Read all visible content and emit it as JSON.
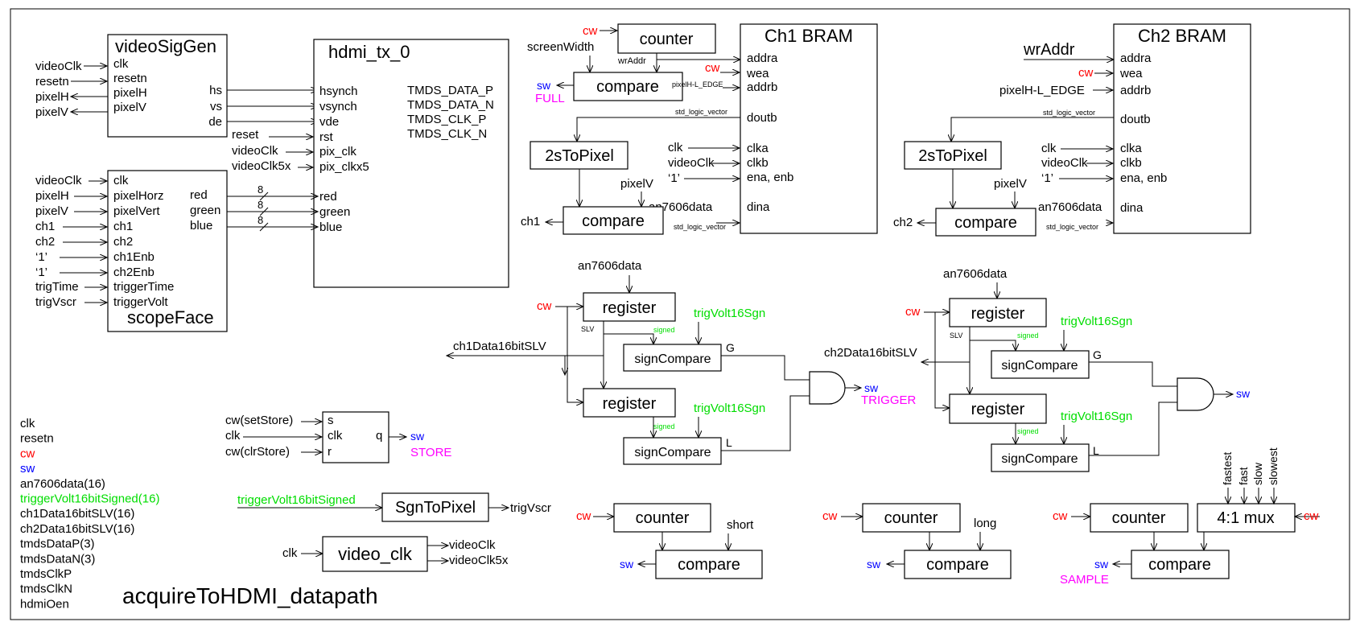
{
  "colors": {
    "cw": "#ff0000",
    "sw": "#0000ff",
    "status": "#ff00ff",
    "green": "#00dd00"
  },
  "title": "acquireToHDMI_datapath",
  "videoSigGen": {
    "name": "videoSigGen",
    "ports_in": [
      "clk",
      "resetn",
      "pixelH",
      "pixelV"
    ],
    "ports_out": [
      "hs",
      "vs",
      "de"
    ],
    "ext_in": [
      "videoClk",
      "resetn"
    ],
    "ext_out": [
      "pixelH",
      "pixelV"
    ]
  },
  "hdmi": {
    "name": "hdmi_tx_0",
    "ports_in": [
      "hsynch",
      "vsynch",
      "vde",
      "rst",
      "pix_clk",
      "pix_clkx5",
      "red",
      "green",
      "blue"
    ],
    "ports_out": [
      "TMDS_DATA_P",
      "TMDS_DATA_N",
      "TMDS_CLK_P",
      "TMDS_CLK_N"
    ],
    "ext_in": [
      "reset",
      "videoClk",
      "videoClk5x"
    ],
    "bus_width": "8"
  },
  "scopeFace": {
    "name": "scopeFace",
    "ports_in": [
      "clk",
      "pixelHorz",
      "pixelVert",
      "ch1",
      "ch2",
      "ch1Enb",
      "ch2Enb",
      "triggerTime",
      "triggerVolt"
    ],
    "ports_out": [
      "red",
      "green",
      "blue"
    ],
    "ext_in": [
      "videoClk",
      "pixelH",
      "pixelV",
      "ch1",
      "ch2",
      "‘1’",
      "‘1’",
      "trigTime",
      "trigVscr"
    ]
  },
  "ch1": {
    "counter": "counter",
    "compare": "compare",
    "toPixel": "2sToPixel",
    "compare2": "compare",
    "cw": "cw",
    "sw": "sw",
    "full": "FULL",
    "screenWidth": "screenWidth",
    "wrAddr": "wrAddr",
    "pixelV": "pixelV",
    "out": "ch1",
    "bram": "Ch1 BRAM",
    "bram_ports": [
      "addra",
      "wea",
      "addrb",
      "doutb",
      "clka",
      "clkb",
      "ena, enb",
      "dina"
    ],
    "bram_in": [
      "clk",
      "videoClk",
      "‘1’",
      "an7606data"
    ],
    "addrb_label": "pixelH-L_EDGE",
    "slv1": "std_logic_vector",
    "slv2": "std_logic_vector"
  },
  "ch2": {
    "wrAddr": "wrAddr",
    "cw": "cw",
    "addrb_in": "pixelH-L_EDGE",
    "toPixel": "2sToPixel",
    "compare": "compare",
    "pixelV": "pixelV",
    "out": "ch2",
    "bram": "Ch2 BRAM",
    "bram_ports": [
      "addra",
      "wea",
      "addrb",
      "doutb",
      "clka",
      "clkb",
      "ena, enb",
      "dina"
    ],
    "bram_in": [
      "clk",
      "videoClk",
      "‘1’",
      "an7606data"
    ],
    "slv1": "std_logic_vector",
    "slv2": "std_logic_vector"
  },
  "trig1": {
    "in": "an7606data",
    "cw": "cw",
    "reg": "register",
    "slv": "SLV",
    "signed": "signed",
    "trigVolt": "trigVolt16Sgn",
    "signCompare": "signCompare",
    "G": "G",
    "L": "L",
    "dataOut": "ch1Data16bitSLV",
    "sw": "sw",
    "trigger": "TRIGGER"
  },
  "trig2": {
    "in": "an7606data",
    "cw": "cw",
    "reg": "register",
    "slv": "SLV",
    "signed": "signed",
    "trigVolt": "trigVolt16Sgn",
    "signCompare": "signCompare",
    "G": "G",
    "L": "L",
    "dataOut": "ch2Data16bitSLV",
    "sw": "sw"
  },
  "signals": [
    {
      "text": "clk",
      "color": "#000000"
    },
    {
      "text": "resetn",
      "color": "#000000"
    },
    {
      "text": "cw",
      "color": "#ff0000"
    },
    {
      "text": "sw",
      "color": "#0000ff"
    },
    {
      "text": "an7606data(16)",
      "color": "#000000"
    },
    {
      "text": "triggerVolt16bitSigned(16)",
      "color": "#00dd00"
    },
    {
      "text": "ch1Data16bitSLV(16)",
      "color": "#000000"
    },
    {
      "text": "ch2Data16bitSLV(16)",
      "color": "#000000"
    },
    {
      "text": "tmdsDataP(3)",
      "color": "#000000"
    },
    {
      "text": "tmdsDataN(3)",
      "color": "#000000"
    },
    {
      "text": "tmdsClkP",
      "color": "#000000"
    },
    {
      "text": "tmdsClkN",
      "color": "#000000"
    },
    {
      "text": "hdmiOen",
      "color": "#000000"
    }
  ],
  "store": {
    "ports": [
      "s",
      "clk",
      "r"
    ],
    "out": "q",
    "in": [
      "cw(setStore)",
      "clk",
      "cw(clrStore)"
    ],
    "sw": "sw",
    "status": "STORE"
  },
  "sgn": {
    "in": "triggerVolt16bitSigned",
    "name": "SgnToPixel",
    "out": "trigVscr"
  },
  "vclk": {
    "in": "clk",
    "name": "video_clk",
    "out1": "videoClk",
    "out2": "videoClk5x"
  },
  "shortTimer": {
    "cw": "cw",
    "counter": "counter",
    "compare": "compare",
    "label": "short",
    "sw": "sw"
  },
  "longTimer": {
    "cw": "cw",
    "counter": "counter",
    "compare": "compare",
    "label": "long",
    "sw": "sw"
  },
  "sampleTimer": {
    "cw": "cw",
    "cw2": "cw",
    "counter": "counter",
    "mux": "4:1 mux",
    "compare": "compare",
    "mux_in": [
      "fastest",
      "fast",
      "slow",
      "slowest"
    ],
    "sw": "sw",
    "status": "SAMPLE"
  }
}
